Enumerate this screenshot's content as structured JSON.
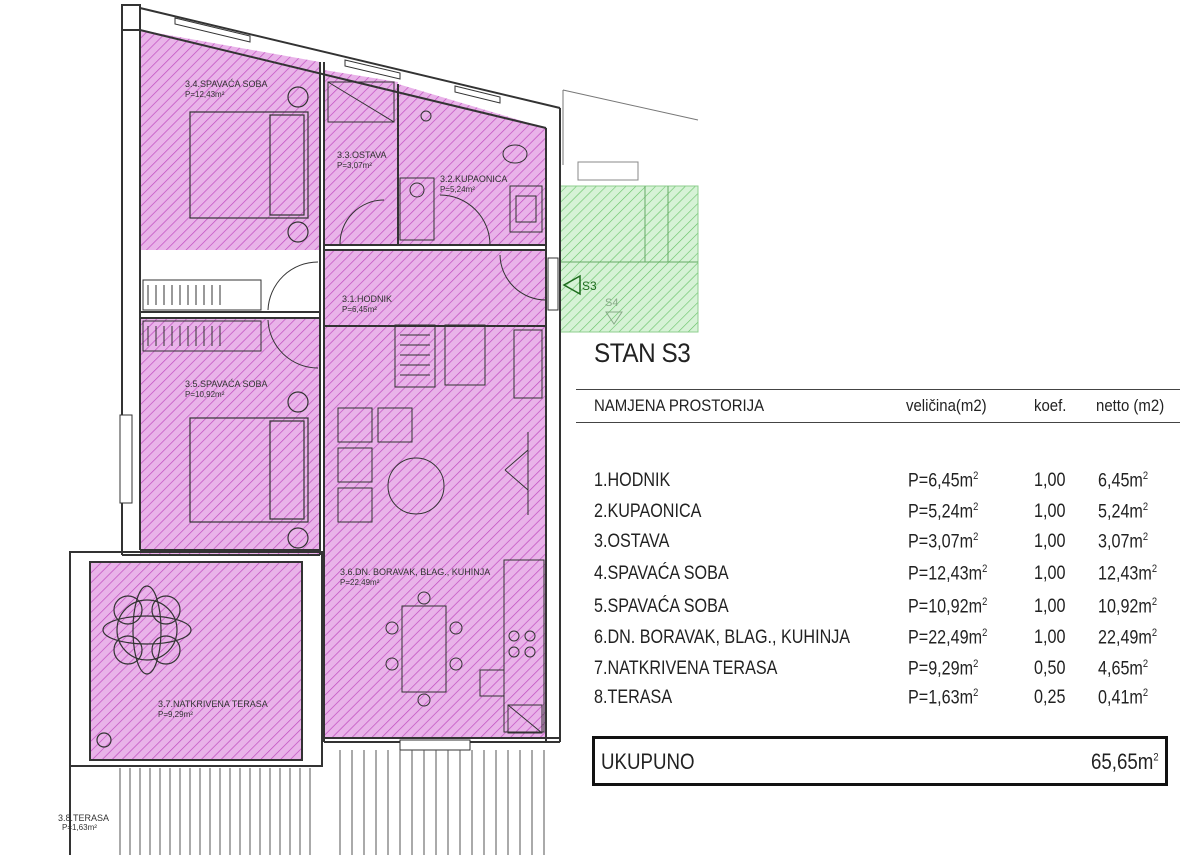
{
  "plan": {
    "rooms": [
      {
        "name": "3.4.SPAVAĆA SOBA",
        "area": "P=12,43m²"
      },
      {
        "name": "3.3.OSTAVA",
        "area": "P=3,07m²"
      },
      {
        "name": "3.2.KUPAONICA",
        "area": "P=5,24m²"
      },
      {
        "name": "3.1.HODNIK",
        "area": "P=6,45m²"
      },
      {
        "name": "3.5.SPAVAĆA SOBA",
        "area": "P=10,92m²"
      },
      {
        "name": "3.6.DN. BORAVAK, BLAG., KUHINJA",
        "area": "P=22,49m²"
      },
      {
        "name": "3.7.NATKRIVENA TERASA",
        "area": "P=9,29m²"
      },
      {
        "name": "3.8.TERASA",
        "area": "P=1,63m²"
      }
    ],
    "markers": [
      "S3",
      "S4"
    ],
    "colors": {
      "room_fill": "#e6a8e6",
      "hatch": "#c34ac3",
      "neighbor_fill": "#c8ecc8",
      "neighbor_hatch": "#4fb84f",
      "wall": "#333333"
    }
  },
  "legend": {
    "title": "STAN S3",
    "headers": {
      "room": "NAMJENA PROSTORIJA",
      "size": "veličina(m2)",
      "coef": "koef.",
      "net": "netto (m2)"
    },
    "rows": [
      {
        "name": "1.HODNIK",
        "size": "P=6,45m",
        "coef": "1,00",
        "net": "6,45m"
      },
      {
        "name": "2.KUPAONICA",
        "size": "P=5,24m",
        "coef": "1,00",
        "net": "5,24m"
      },
      {
        "name": "3.OSTAVA",
        "size": "P=3,07m",
        "coef": "1,00",
        "net": "3,07m"
      },
      {
        "name": "4.SPAVAĆA SOBA",
        "size": "P=12,43m",
        "coef": "1,00",
        "net": "12,43m"
      },
      {
        "name": "5.SPAVAĆA SOBA",
        "size": "P=10,92m",
        "coef": "1,00",
        "net": "10,92m"
      },
      {
        "name": "6.DN. BORAVAK, BLAG., KUHINJA",
        "size": "P=22,49m",
        "coef": "1,00",
        "net": "22,49m"
      },
      {
        "name": "7.NATKRIVENA TERASA",
        "size": "P=9,29m",
        "coef": "0,50",
        "net": "4,65m"
      },
      {
        "name": "8.TERASA",
        "size": "P=1,63m",
        "coef": "0,25",
        "net": "0,41m"
      }
    ],
    "unit_exponent": "2",
    "total": {
      "label": "UKUPUNO",
      "value": "65,65m"
    }
  }
}
